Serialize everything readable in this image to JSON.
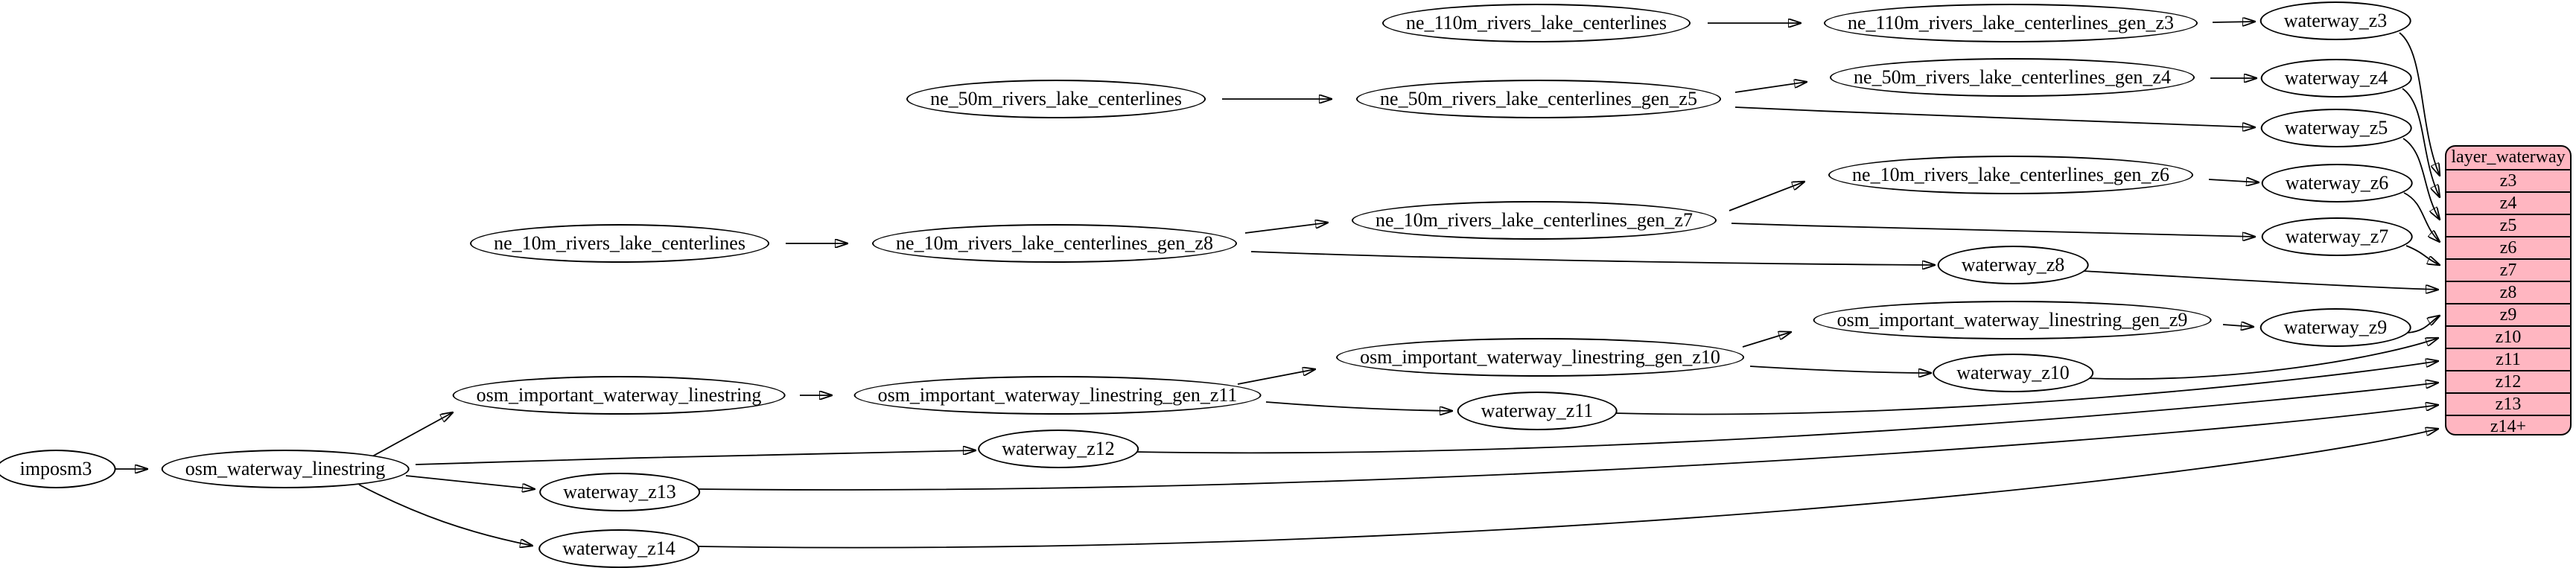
{
  "diagram_type": "etl-flow-graph",
  "colors": {
    "background": "#ffffff",
    "node_fill": "#ffffff",
    "node_stroke": "#000000",
    "edge_color": "#000000",
    "table_fill": "#ffb6c1",
    "text_color": "#000000"
  },
  "nodes": {
    "imposm3": "imposm3",
    "osm_waterway_linestring": "osm_waterway_linestring",
    "osm_important_waterway_linestring": "osm_important_waterway_linestring",
    "osm_important_waterway_linestring_gen_z11": "osm_important_waterway_linestring_gen_z11",
    "osm_important_waterway_linestring_gen_z10": "osm_important_waterway_linestring_gen_z10",
    "osm_important_waterway_linestring_gen_z9": "osm_important_waterway_linestring_gen_z9",
    "ne_110m_rivers_lake_centerlines": "ne_110m_rivers_lake_centerlines",
    "ne_110m_rivers_lake_centerlines_gen_z3": "ne_110m_rivers_lake_centerlines_gen_z3",
    "ne_50m_rivers_lake_centerlines": "ne_50m_rivers_lake_centerlines",
    "ne_50m_rivers_lake_centerlines_gen_z5": "ne_50m_rivers_lake_centerlines_gen_z5",
    "ne_50m_rivers_lake_centerlines_gen_z4": "ne_50m_rivers_lake_centerlines_gen_z4",
    "ne_10m_rivers_lake_centerlines": "ne_10m_rivers_lake_centerlines",
    "ne_10m_rivers_lake_centerlines_gen_z8": "ne_10m_rivers_lake_centerlines_gen_z8",
    "ne_10m_rivers_lake_centerlines_gen_z7": "ne_10m_rivers_lake_centerlines_gen_z7",
    "ne_10m_rivers_lake_centerlines_gen_z6": "ne_10m_rivers_lake_centerlines_gen_z6",
    "waterway_z3": "waterway_z3",
    "waterway_z4": "waterway_z4",
    "waterway_z5": "waterway_z5",
    "waterway_z6": "waterway_z6",
    "waterway_z7": "waterway_z7",
    "waterway_z8": "waterway_z8",
    "waterway_z9": "waterway_z9",
    "waterway_z10": "waterway_z10",
    "waterway_z11": "waterway_z11",
    "waterway_z12": "waterway_z12",
    "waterway_z13": "waterway_z13",
    "waterway_z14": "waterway_z14"
  },
  "table": {
    "title": "layer_waterway",
    "rows": [
      "z3",
      "z4",
      "z5",
      "z6",
      "z7",
      "z8",
      "z9",
      "z10",
      "z11",
      "z12",
      "z13",
      "z14+"
    ]
  },
  "edges": [
    {
      "from": "imposm3",
      "to": "osm_waterway_linestring"
    },
    {
      "from": "osm_waterway_linestring",
      "to": "osm_important_waterway_linestring"
    },
    {
      "from": "osm_waterway_linestring",
      "to": "waterway_z12"
    },
    {
      "from": "osm_waterway_linestring",
      "to": "waterway_z13"
    },
    {
      "from": "osm_waterway_linestring",
      "to": "waterway_z14"
    },
    {
      "from": "osm_important_waterway_linestring",
      "to": "osm_important_waterway_linestring_gen_z11"
    },
    {
      "from": "osm_important_waterway_linestring_gen_z11",
      "to": "osm_important_waterway_linestring_gen_z10"
    },
    {
      "from": "osm_important_waterway_linestring_gen_z11",
      "to": "waterway_z11"
    },
    {
      "from": "osm_important_waterway_linestring_gen_z10",
      "to": "osm_important_waterway_linestring_gen_z9"
    },
    {
      "from": "osm_important_waterway_linestring_gen_z10",
      "to": "waterway_z10"
    },
    {
      "from": "osm_important_waterway_linestring_gen_z9",
      "to": "waterway_z9"
    },
    {
      "from": "ne_10m_rivers_lake_centerlines",
      "to": "ne_10m_rivers_lake_centerlines_gen_z8"
    },
    {
      "from": "ne_10m_rivers_lake_centerlines_gen_z8",
      "to": "ne_10m_rivers_lake_centerlines_gen_z7"
    },
    {
      "from": "ne_10m_rivers_lake_centerlines_gen_z8",
      "to": "waterway_z8"
    },
    {
      "from": "ne_10m_rivers_lake_centerlines_gen_z7",
      "to": "ne_10m_rivers_lake_centerlines_gen_z6"
    },
    {
      "from": "ne_10m_rivers_lake_centerlines_gen_z7",
      "to": "waterway_z7"
    },
    {
      "from": "ne_10m_rivers_lake_centerlines_gen_z6",
      "to": "waterway_z6"
    },
    {
      "from": "ne_50m_rivers_lake_centerlines",
      "to": "ne_50m_rivers_lake_centerlines_gen_z5"
    },
    {
      "from": "ne_50m_rivers_lake_centerlines_gen_z5",
      "to": "ne_50m_rivers_lake_centerlines_gen_z4"
    },
    {
      "from": "ne_50m_rivers_lake_centerlines_gen_z5",
      "to": "waterway_z5"
    },
    {
      "from": "ne_50m_rivers_lake_centerlines_gen_z4",
      "to": "waterway_z4"
    },
    {
      "from": "ne_110m_rivers_lake_centerlines",
      "to": "ne_110m_rivers_lake_centerlines_gen_z3"
    },
    {
      "from": "ne_110m_rivers_lake_centerlines_gen_z3",
      "to": "waterway_z3"
    },
    {
      "from": "waterway_z3",
      "to": "layer_waterway.z3"
    },
    {
      "from": "waterway_z4",
      "to": "layer_waterway.z4"
    },
    {
      "from": "waterway_z5",
      "to": "layer_waterway.z5"
    },
    {
      "from": "waterway_z6",
      "to": "layer_waterway.z6"
    },
    {
      "from": "waterway_z7",
      "to": "layer_waterway.z7"
    },
    {
      "from": "waterway_z8",
      "to": "layer_waterway.z8"
    },
    {
      "from": "waterway_z9",
      "to": "layer_waterway.z9"
    },
    {
      "from": "waterway_z10",
      "to": "layer_waterway.z10"
    },
    {
      "from": "waterway_z11",
      "to": "layer_waterway.z11"
    },
    {
      "from": "waterway_z12",
      "to": "layer_waterway.z12"
    },
    {
      "from": "waterway_z13",
      "to": "layer_waterway.z13"
    },
    {
      "from": "waterway_z14",
      "to": "layer_waterway.z14+"
    }
  ]
}
